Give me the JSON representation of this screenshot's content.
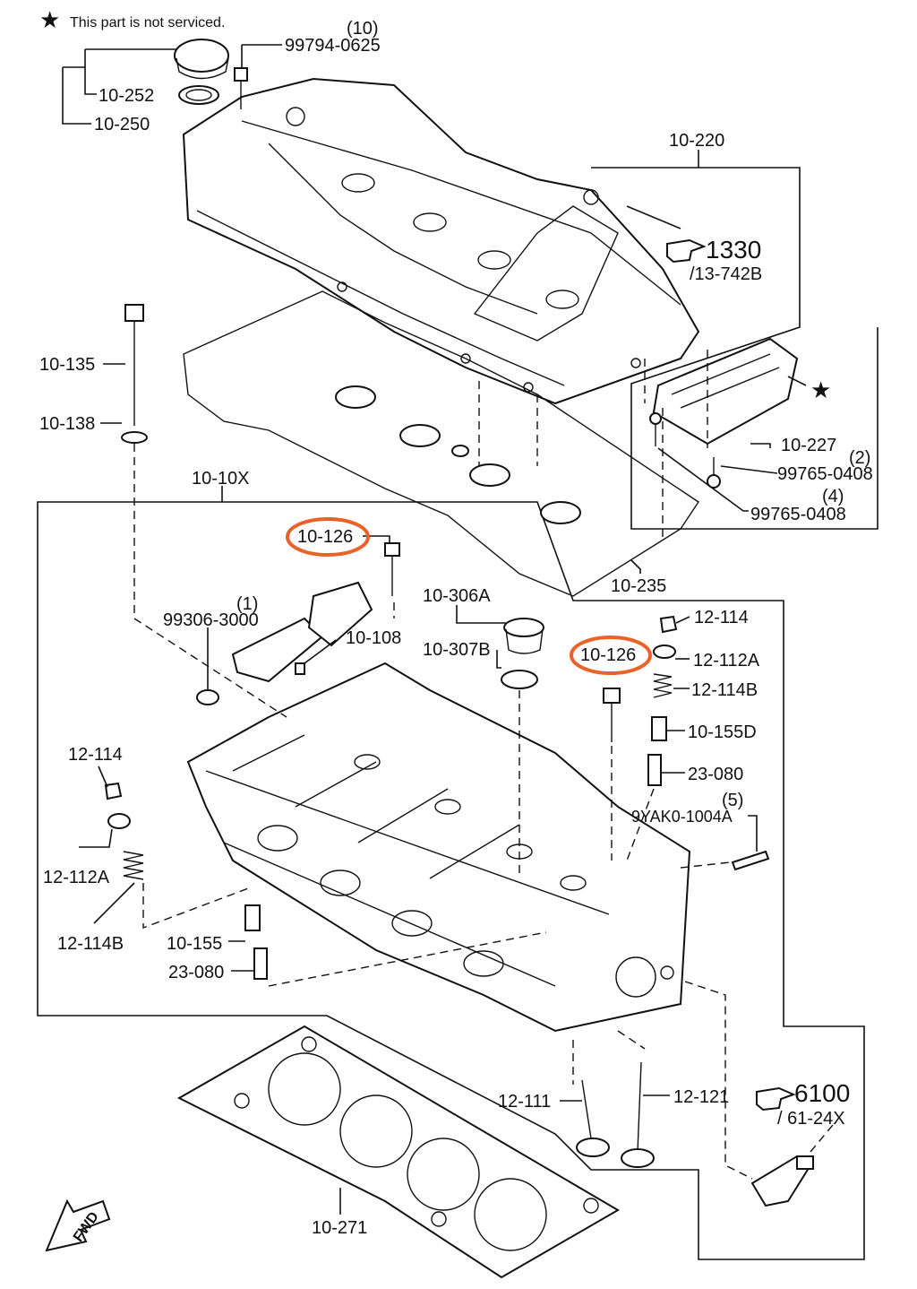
{
  "note": {
    "star": "★",
    "text": "This part is not serviced."
  },
  "labels": {
    "qty_10": "(10)",
    "p99794_0625": "99794-0625",
    "p10_252": "10-252",
    "p10_250": "10-250",
    "p10_220": "10-220",
    "ref_1330": "1330",
    "ref_13_742b": "/13-742B",
    "p10_135": "10-135",
    "p10_138": "10-138",
    "p10_10x": "10-10X",
    "star_mark": "★",
    "p10_227": "10-227",
    "qty_2": "(2)",
    "p99765_0408_a": "99765-0408",
    "qty_4": "(4)",
    "p99765_0408_b": "99765-0408",
    "p10_126_a": "10-126",
    "p10_235": "10-235",
    "p10_306a": "10-306A",
    "qty_1": "(1)",
    "p99306_3000": "99306-3000",
    "p10_108": "10-108",
    "p12_114_a": "12-114",
    "p10_307b": "10-307B",
    "p10_126_b": "10-126",
    "p12_112a_a": "12-112A",
    "p12_114b_a": "12-114B",
    "p10_155d": "10-155D",
    "p23_080_a": "23-080",
    "qty_5": "(5)",
    "p9yak0": "9YAK0-1004A",
    "p12_114_b": "12-114",
    "p12_112a_b": "12-112A",
    "p12_114b_b": "12-114B",
    "p10_155": "10-155",
    "p23_080_b": "23-080",
    "p12_111": "12-111",
    "p12_121": "12-121",
    "ref_6100": "6100",
    "ref_61_24x": "/ 61-24X",
    "p10_271": "10-271",
    "fwd": "FWD"
  },
  "highlighted_parts": [
    "10-126",
    "10-126"
  ],
  "colors": {
    "highlight": "#e8622a",
    "ink": "#111111"
  }
}
